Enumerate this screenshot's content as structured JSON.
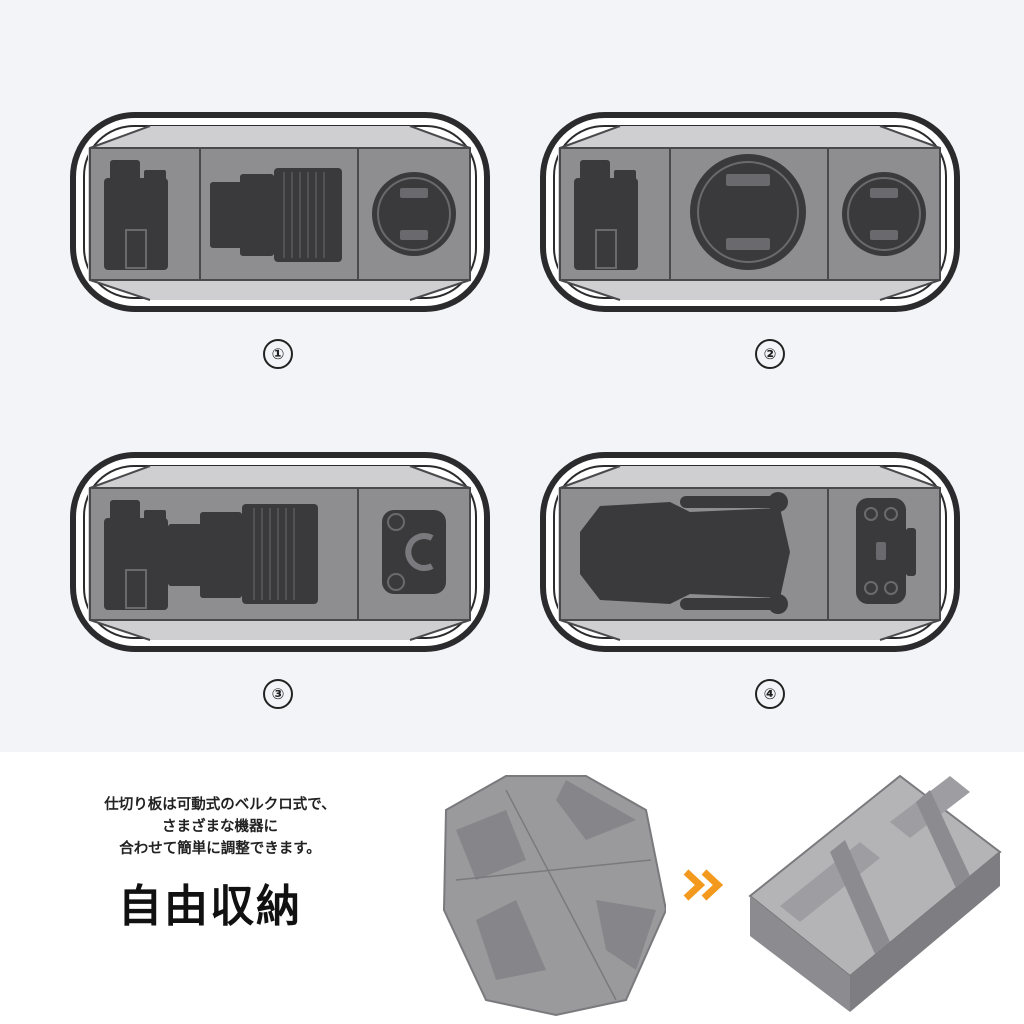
{
  "layouts": [
    {
      "number": "①",
      "contents": [
        "camera-body",
        "telephoto-lens",
        "lens-cap"
      ]
    },
    {
      "number": "②",
      "contents": [
        "camera-body",
        "large-lens-cap",
        "lens-cap"
      ]
    },
    {
      "number": "③",
      "contents": [
        "camera-with-lens",
        "camera-grip-accessory"
      ]
    },
    {
      "number": "④",
      "contents": [
        "folded-drone",
        "drone-controller"
      ]
    }
  ],
  "description": {
    "line1": "仕切り板は可動式のベルクロ式で、",
    "line2": "さまざまな機器に",
    "line3": "合わせて簡単に調整できます。"
  },
  "headline": "自由収納",
  "colors": {
    "accent": "#f39a1e",
    "bag_outline": "#2b2b2e",
    "compartment": "#8e8e91",
    "divider": "#c9c9cc",
    "item": "#3a3a3d",
    "panel_bg": "#f3f4f8"
  }
}
